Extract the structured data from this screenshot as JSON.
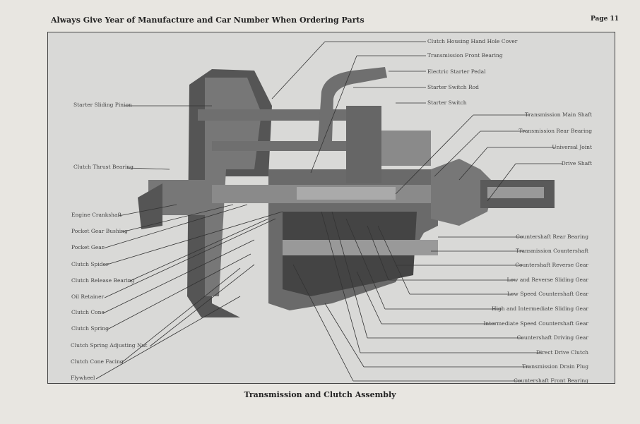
{
  "header": {
    "title": "Always Give Year of Manufacture and Car Number When Ordering Parts",
    "page": "Page 11"
  },
  "caption": "Transmission and Clutch Assembly",
  "labels_left": [
    "Starter Sliding Pinion",
    "Clutch Thrust Bearing",
    "Engine Crankshaft",
    "Pocket Gear Bushing",
    "Pocket Gear",
    "Clutch Spider",
    "Clutch Release Bearing",
    "Oil Retainer",
    "Clutch Cone",
    "Clutch Spring",
    "Clutch Spring Adjusting Nut",
    "Clutch Cone Facing",
    "Flywheel"
  ],
  "labels_top_right": [
    "Clutch Housing Hand Hole Cover",
    "Transmission Front Bearing",
    "Electric Starter Pedal",
    "Starter Switch Rod",
    "Starter Switch"
  ],
  "labels_mid_right": [
    "Transmission Main Shaft",
    "Transmission Rear Bearing",
    "Universal Joint",
    "Drive Shaft"
  ],
  "labels_bottom_right": [
    "Countershaft Rear Bearing",
    "Transmission Countershaft",
    "Countershaft Reverse Gear",
    "Low and Reverse Sliding Gear",
    "Low Speed Countershaft Gear",
    "High and Intermediate Sliding Gear",
    "Intermediate Speed Countershaft Gear",
    "Countershaft Driving Gear",
    "Direct Drive Clutch",
    "Transmission Drain Plug",
    "Countershaft Front Bearing"
  ]
}
